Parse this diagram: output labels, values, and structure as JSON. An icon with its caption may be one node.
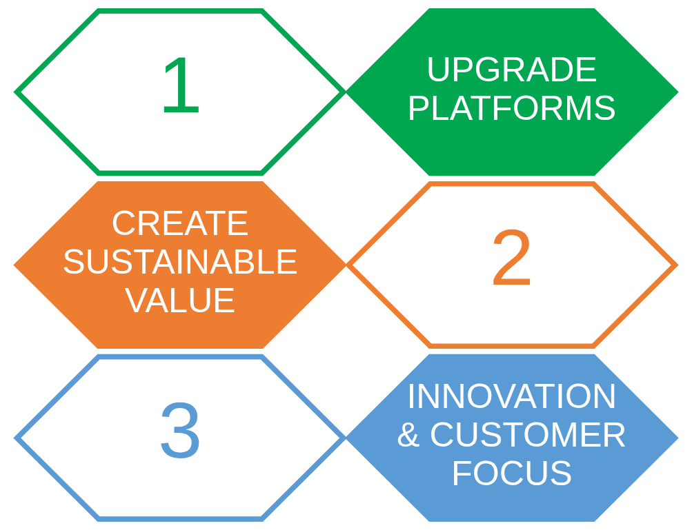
{
  "diagram": {
    "nodes": [
      {
        "text": [
          "1"
        ]
      },
      {
        "text": [
          "UPGRADE PLATFORMS"
        ]
      },
      {
        "text": [
          "CREATE SUSTAINABLE VALUE"
        ]
      },
      {
        "text": [
          "2"
        ]
      },
      {
        "text": [
          "3"
        ]
      },
      {
        "text": [
          "INNOVATION & CUSTOMER FOCUS"
        ]
      }
    ],
    "edges": []
  }
}
